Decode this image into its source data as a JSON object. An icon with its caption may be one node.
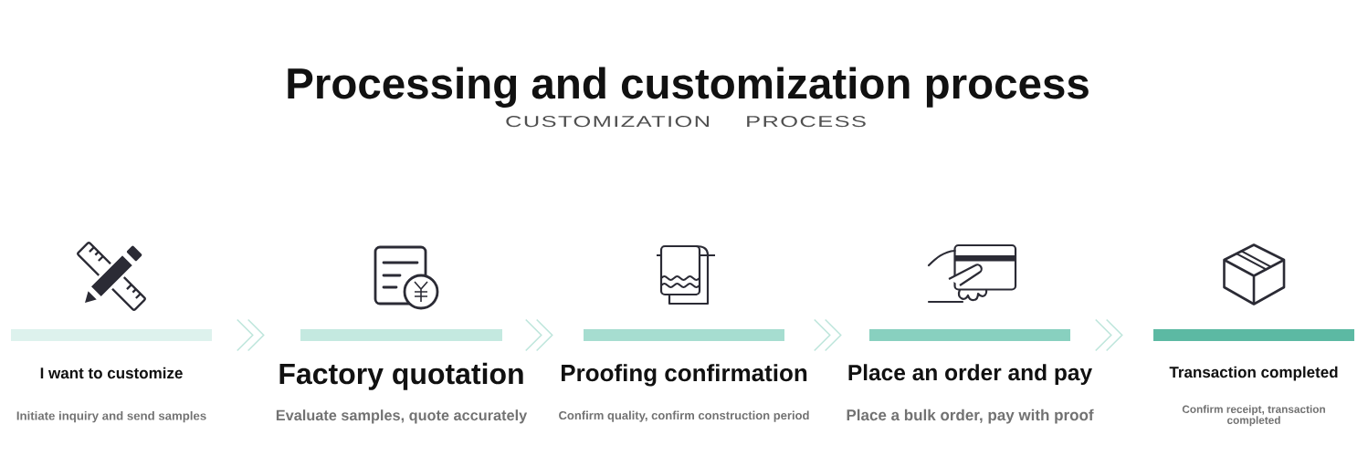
{
  "diagram": {
    "title": "Processing and customization process",
    "nodes": [
      {
        "text": [
          "I want to customize",
          "Initiate inquiry and send samples"
        ]
      },
      {
        "text": [
          "Factory quotation",
          "Evaluate samples, quote accurately"
        ]
      },
      {
        "text": [
          "Proofing confirmation",
          "Confirm quality, confirm construction period"
        ]
      },
      {
        "text": [
          "Place an order and pay",
          "Place a bulk order, pay with proof"
        ]
      },
      {
        "text": [
          "Transaction completed",
          "Confirm receipt, transaction completed"
        ]
      }
    ],
    "edges": [
      {
        "from": 0,
        "to": 1,
        "arrow": "to"
      },
      {
        "from": 1,
        "to": 2,
        "arrow": "to"
      },
      {
        "from": 2,
        "to": 3,
        "arrow": "to"
      },
      {
        "from": 3,
        "to": 4,
        "arrow": "to"
      }
    ],
    "labels": [
      "CUSTOMIZATION PROCESS"
    ]
  }
}
